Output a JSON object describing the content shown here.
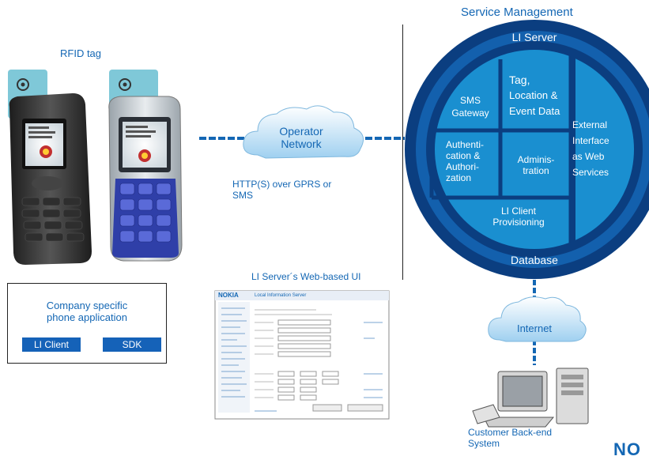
{
  "service_management": {
    "title": "Service Management"
  },
  "rfid": {
    "label": "RFID tag"
  },
  "operator_cloud": {
    "label_line1": "Operator",
    "label_line2": "Network"
  },
  "transport": {
    "label_line1": "HTTP(S) over GPRS or",
    "label_line2": "SMS"
  },
  "company_box": {
    "line1": "Company specific",
    "line2": "phone application",
    "li_client": "LI Client",
    "sdk": "SDK"
  },
  "web_ui": {
    "label": "LI Server´s Web-based UI",
    "brand": "NOKIA",
    "header_text": "Local Information Server"
  },
  "li_server": {
    "title": "LI Server",
    "sms_gateway_1": "SMS",
    "sms_gateway_2": "Gateway",
    "tag_1": "Tag,",
    "tag_2": "Location &",
    "tag_3": "Event Data",
    "external_1": "External",
    "external_2": "Interface",
    "external_3": "as Web",
    "external_4": "Services",
    "auth_1": "Authenti-",
    "auth_2": "cation &",
    "auth_3": "Authori-",
    "auth_4": "zation",
    "admin_1": "Adminis-",
    "admin_2": "tration",
    "client_prov_1": "LI Client",
    "client_prov_2": "Provisioning",
    "database": "Database"
  },
  "internet_cloud": {
    "label": "Internet"
  },
  "backend": {
    "line1": "Customer Back-end",
    "line2": "System"
  },
  "nokia_logo": {
    "text": "NO"
  },
  "colors": {
    "accent": "#1467b4",
    "ring_dark": "#0b3e80",
    "ring_mid": "#1360ad",
    "cell": "#1a8fd0",
    "pill": "#1562b8"
  }
}
